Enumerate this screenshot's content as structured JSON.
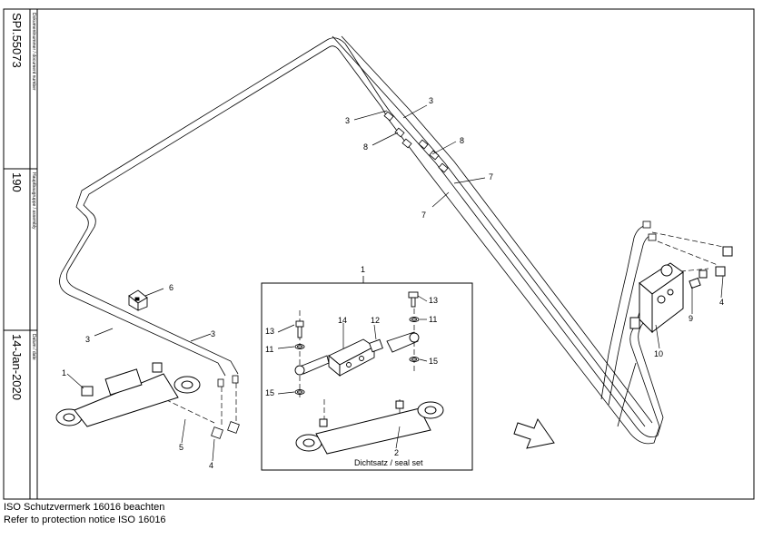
{
  "title_block": {
    "document_number_caption": "Dokumentnummer / document number",
    "document_number": "SPI.55073",
    "assembly_caption": "Hauptbaugruppe / assembly",
    "assembly": "190",
    "date_caption": "Datum / date",
    "date": "14-Jan-2020"
  },
  "drawing": {
    "seal_set_label": "Dichtsatz / seal set",
    "callouts": {
      "c1_left": "1",
      "c1_box": "1",
      "c2": "2",
      "c3_a": "3",
      "c3_b": "3",
      "c3_c": "3",
      "c3_d": "3",
      "c4_a": "4",
      "c4_b": "4",
      "c5": "5",
      "c6": "6",
      "c7_a": "7",
      "c7_b": "7",
      "c8_a": "8",
      "c8_b": "8",
      "c9": "9",
      "c10": "10",
      "c11_a": "11",
      "c11_b": "11",
      "c12": "12",
      "c13_a": "13",
      "c13_b": "13",
      "c14": "14",
      "c15_a": "15",
      "c15_b": "15"
    }
  },
  "footer": {
    "line1": "ISO Schutzvermerk 16016 beachten",
    "line2": "Refer to protection notice ISO 16016"
  }
}
